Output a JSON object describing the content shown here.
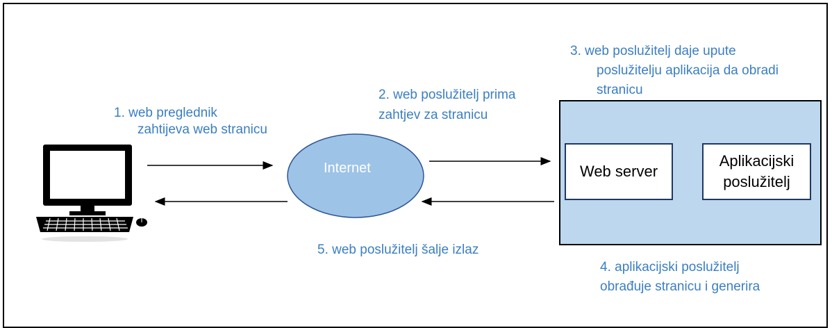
{
  "internet": {
    "label": "Internet"
  },
  "server_box": {
    "web_server": "Web server",
    "app_server_line1": "Aplikacijski",
    "app_server_line2": "poslužitelj"
  },
  "steps": {
    "step1_line1": "1.  web preglednik",
    "step1_line2": "zahtijeva web stranicu",
    "step2_line1": "2. web poslužitelj prima",
    "step2_line2": "zahtjev za stranicu",
    "step3_line1": "3.  web poslužitelj daje upute",
    "step3_line2": "poslužitelju aplikacija da obradi",
    "step3_line3": "stranicu",
    "step4_line1": "4. aplikacijski poslužitelj",
    "step4_line2": "obrađuje stranicu i generira",
    "step5_line1": "5. web poslužitelj šalje izlaz"
  },
  "colors": {
    "label_text": "#3b7ec2",
    "server_fill": "#bdd7ee",
    "internet_fill": "#9dc3e6",
    "internet_stroke": "#2f5597"
  }
}
